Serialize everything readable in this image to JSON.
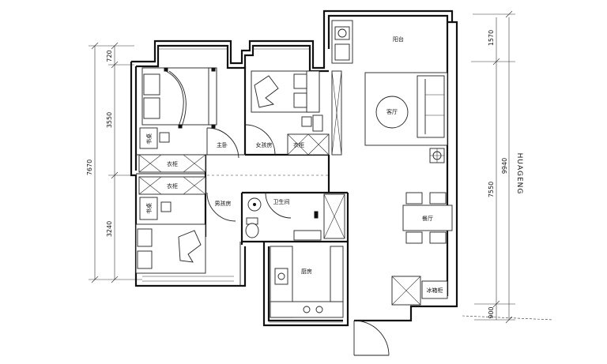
{
  "rooms": {
    "balcony": "阳台",
    "living_room": "客厅",
    "master_bedroom": "主卧",
    "girls_room": "女孩房",
    "boys_room": "男孩房",
    "bathroom": "卫生间",
    "kitchen": "厨房",
    "dining_room": "餐厅",
    "fridge": "冰箱柜"
  },
  "furniture": {
    "desk_top": "书桌",
    "desk_bottom": "书桌",
    "wardrobe_master": "衣柜",
    "wardrobe_boy": "衣柜",
    "wardrobe_girl": "衣柜"
  },
  "dimensions": {
    "left_total": "7670",
    "left_top": "720",
    "left_mid": "3550",
    "left_bottom": "3240",
    "right_total": "9940",
    "right_top": "1570",
    "right_mid": "7550",
    "right_bottom": "900"
  },
  "side_text": "HUAGENG"
}
